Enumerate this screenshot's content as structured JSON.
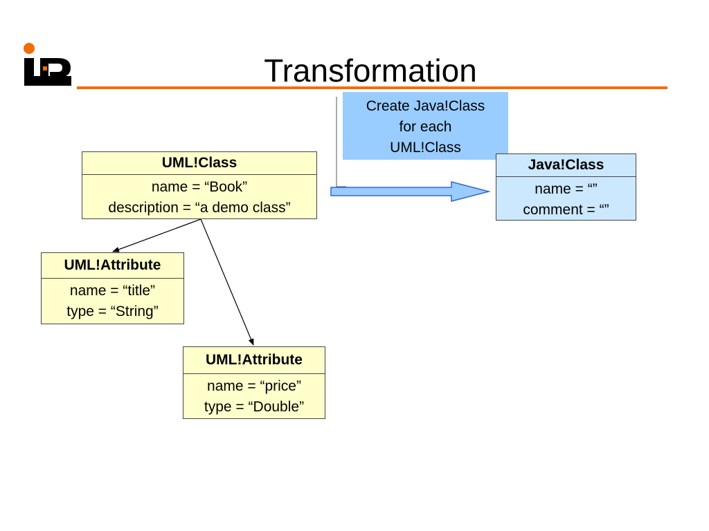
{
  "slide": {
    "title": "Transformation"
  },
  "colors": {
    "accent": "#f26d00",
    "uml_box_fill": "#ffffcc",
    "java_box_fill": "#cce8ff",
    "note_fill": "#99ccff",
    "arrow_fill": "#99ccff"
  },
  "logo": {
    "icon": "ipe-logo"
  },
  "note": {
    "lines": [
      "Create Java!Class",
      "for each",
      "UML!Class"
    ]
  },
  "boxes": {
    "uml_class": {
      "header": "UML!Class",
      "lines": [
        "name = “Book”",
        "description = “a demo class”"
      ]
    },
    "java_class": {
      "header": "Java!Class",
      "lines": [
        "name = “”",
        "comment = “”"
      ]
    },
    "attr_title": {
      "header": "UML!Attribute",
      "lines": [
        "name = “title”",
        "type = “String”"
      ]
    },
    "attr_price": {
      "header": "UML!Attribute",
      "lines": [
        "name = “price”",
        "type = “Double”"
      ]
    }
  }
}
